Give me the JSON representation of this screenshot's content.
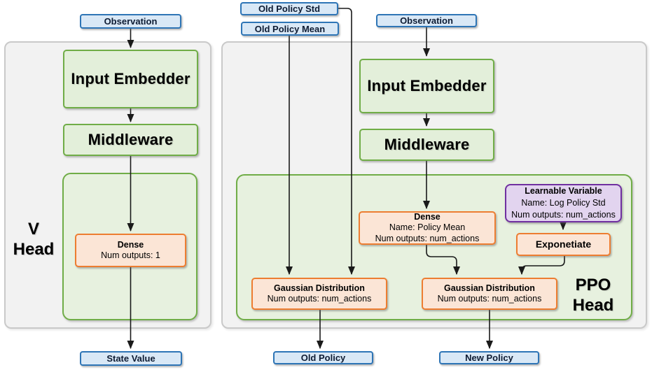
{
  "diagram": {
    "title_hint": "PPO agent network architecture",
    "colors": {
      "blue_border": "#2e75b6",
      "blue_fill": "#d9e8f6",
      "green_border": "#70ad47",
      "green_fill": "#e3efda",
      "green_container_fill": "#e7f1df",
      "orange_border": "#ed7d31",
      "orange_fill": "#fbe5d6",
      "purple_border": "#7030a0",
      "purple_fill": "#e2d4ef",
      "panel_fill": "#f2f2f2",
      "panel_border": "#c9c9c9",
      "arrow": "#1a1a1a"
    },
    "v_network": {
      "observation": "Observation",
      "input_embedder": "Input Embedder",
      "middleware": "Middleware",
      "dense": {
        "title": "Dense",
        "outputs": "Num outputs: 1"
      },
      "head_line1": "V",
      "head_line2": "Head",
      "output": "State Value"
    },
    "ppo_network": {
      "old_policy_std": "Old Policy Std",
      "old_policy_mean": "Old Policy Mean",
      "observation": "Observation",
      "input_embedder": "Input Embedder",
      "middleware": "Middleware",
      "dense": {
        "title": "Dense",
        "name": "Name: Policy Mean",
        "outputs": "Num outputs: num_actions"
      },
      "learnable_variable": {
        "title": "Learnable Variable",
        "name": "Name: Log Policy Std",
        "outputs": "Num outputs: num_actions"
      },
      "exponetiate": "Exponetiate",
      "gaussian_old": {
        "title": "Gaussian Distribution",
        "outputs": "Num outputs: num_actions"
      },
      "gaussian_new": {
        "title": "Gaussian Distribution",
        "outputs": "Num outputs: num_actions"
      },
      "head_line1": "PPO",
      "head_line2": "Head",
      "old_policy": "Old Policy",
      "new_policy": "New Policy"
    }
  }
}
